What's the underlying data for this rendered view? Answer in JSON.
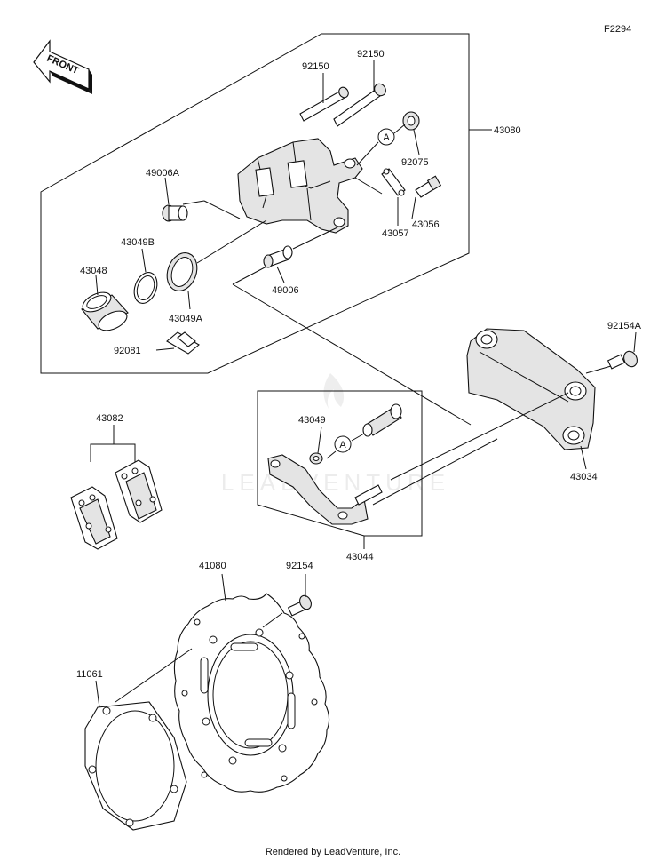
{
  "diagram_id": "F2294",
  "front_label": "FRONT",
  "callout_marker": "A",
  "watermark": "LEADVENTURE",
  "footer": "Rendered by LeadVenture, Inc.",
  "parts": {
    "p92150a": "92150",
    "p92150b": "92150",
    "p43080": "43080",
    "p92075": "92075",
    "p49006A": "49006A",
    "p43056": "43056",
    "p43057": "43057",
    "p43049B": "43049B",
    "p43048": "43048",
    "p49006": "49006",
    "p43049A": "43049A",
    "p92081": "92081",
    "p92154A": "92154A",
    "p43082": "43082",
    "p43049": "43049",
    "p43034": "43034",
    "p43044": "43044",
    "p41080": "41080",
    "p92154": "92154",
    "p11061": "11061"
  }
}
